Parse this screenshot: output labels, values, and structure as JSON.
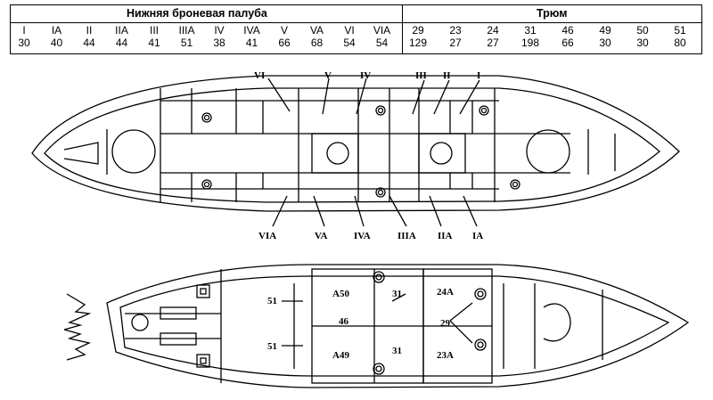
{
  "table": {
    "left_header": "Нижняя броневая палуба",
    "right_header": "Трюм",
    "left_compartments": [
      "I",
      "IA",
      "II",
      "IIA",
      "III",
      "IIIA",
      "IV",
      "IVA",
      "V",
      "VA",
      "VI",
      "VIA"
    ],
    "left_values": [
      "30",
      "40",
      "44",
      "44",
      "41",
      "51",
      "38",
      "41",
      "66",
      "68",
      "54",
      "54"
    ],
    "right_compartments": [
      "29",
      "23",
      "24",
      "31",
      "46",
      "49",
      "50",
      "51"
    ],
    "right_values": [
      "129",
      "27",
      "27",
      "198",
      "66",
      "30",
      "30",
      "80"
    ]
  },
  "upper_labels_top": [
    "VI",
    "V",
    "IV",
    "III",
    "II",
    "I"
  ],
  "upper_labels_bottom": [
    "VIA",
    "VA",
    "IVA",
    "IIIA",
    "IIA",
    "IA"
  ],
  "lower_labels": {
    "a50": "A50",
    "a49": "A49",
    "n31_top": "31",
    "n31_bottom": "31",
    "n46": "46",
    "n24a": "24A",
    "n23a": "23A",
    "n29": "29",
    "n51_top": "51",
    "n51_bottom": "51"
  }
}
